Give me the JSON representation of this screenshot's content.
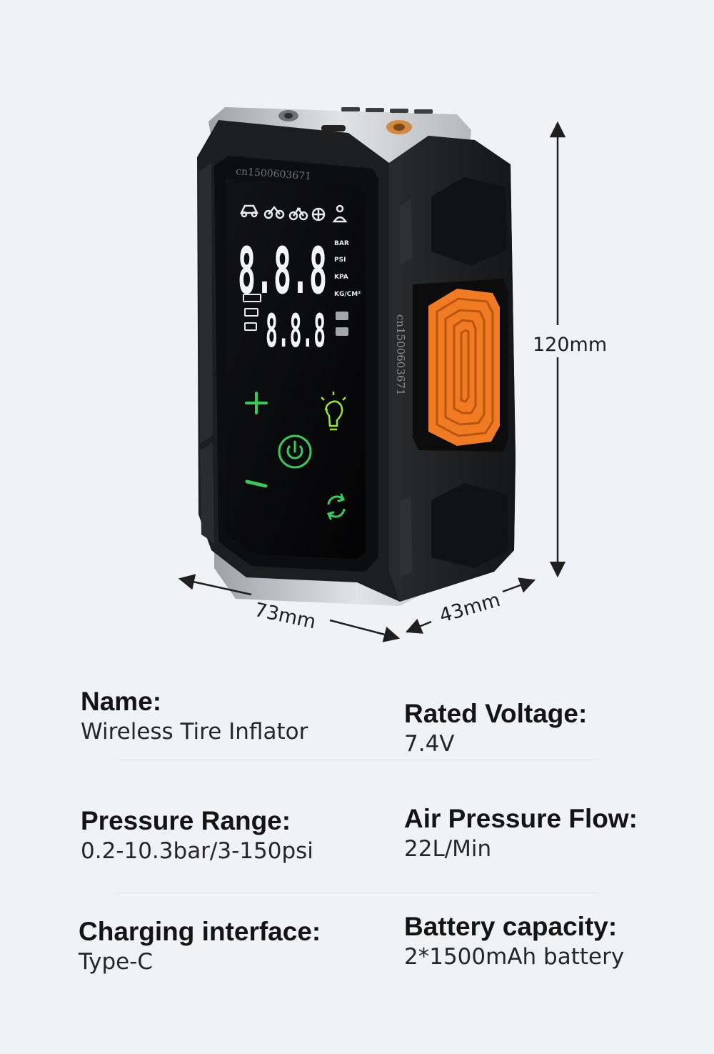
{
  "device": {
    "watermark": "cn1500603671",
    "units": [
      "BAR",
      "PSI",
      "KPA",
      "KG/CM²"
    ],
    "primary_digits": "8.8.8",
    "secondary_digits": "8.8.8",
    "icons": [
      "car-icon",
      "motorcycle-icon",
      "bicycle-icon",
      "ball-icon",
      "person-icon",
      "plus-icon",
      "light-bulb-icon",
      "power-icon",
      "minus-icon",
      "cycle-icon"
    ],
    "colors": {
      "body": "#1d1e20",
      "screen": "#060708",
      "touch_green": "#37c95a",
      "bulb_green": "#9be236",
      "orange_button": "#f07b22",
      "metal": "#c9ccd0"
    }
  },
  "dimensions": {
    "height": "120mm",
    "width": "73mm",
    "depth": "43mm"
  },
  "specs": [
    {
      "label": "Name:",
      "value": "Wireless Tire Inflator"
    },
    {
      "label": "Rated Voltage:",
      "value": "7.4V"
    },
    {
      "label": "Pressure Range:",
      "value": "0.2-10.3bar/3-150psi"
    },
    {
      "label": "Air Pressure Flow:",
      "value": "22L/Min"
    },
    {
      "label": "Charging interface:",
      "value": "Type-C"
    },
    {
      "label": "Battery capacity:",
      "value": "2*1500mAh battery"
    }
  ]
}
